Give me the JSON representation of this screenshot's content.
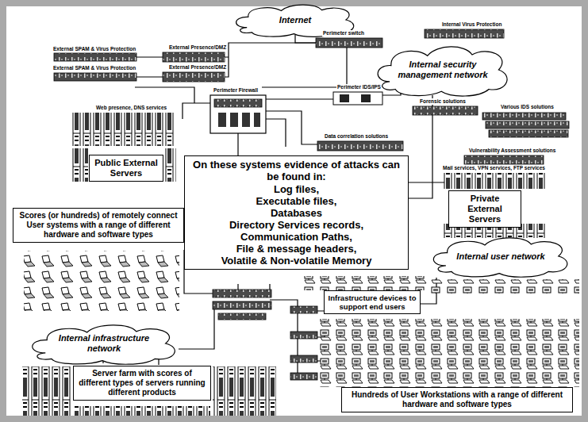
{
  "diagram": {
    "nodes": [
      {
        "text": [
          "Internet"
        ]
      },
      {
        "text": [
          "Internal security management network"
        ]
      },
      {
        "text": [
          "On these systems evidence of attacks can be found in:",
          "Log files,",
          "Executable files,",
          "Databases",
          "Directory Services records,",
          "Communication Paths,",
          "File & message headers,",
          "Volatile & Non-volatile Memory"
        ]
      },
      {
        "text": [
          "Public External Servers"
        ]
      },
      {
        "text": [
          "Scores (or hundreds) of remotely connect User systems with a range of different hardware and software types"
        ]
      },
      {
        "text": [
          "Private External Servers"
        ]
      },
      {
        "text": [
          "Internal user network"
        ]
      },
      {
        "text": [
          "Infrastructure devices to support end users"
        ]
      },
      {
        "text": [
          "Internal infrastructure network"
        ]
      },
      {
        "text": [
          "Server farm with scores of different types of servers running different products"
        ]
      },
      {
        "text": [
          "Hundreds of User Workstations with a range of different hardware and software types"
        ]
      }
    ],
    "labels": [
      "Perimeter switch",
      "Internal Virus Protection",
      "External SPAM & Virus Protection",
      "External Presence/DMZ",
      "External SPAM & Virus Protection",
      "External Presence/DMZ",
      "Web presence, DNS services",
      "Perimeter Firewall",
      "Perimeter IDS/IPS",
      "Forensic solutions",
      "Various IDS solutions",
      "Data correlation solutions",
      "Vulnerability Assessment solutions",
      "Mail services, VPN services, FTP services"
    ]
  }
}
